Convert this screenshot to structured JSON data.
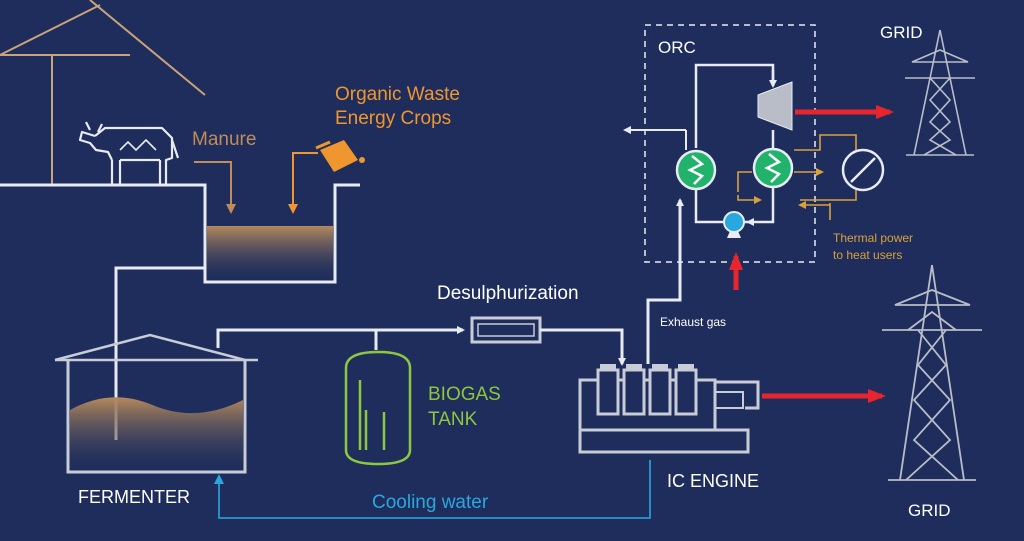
{
  "colors": {
    "background": "#1e2d5c",
    "line": "#e8ecf2",
    "manure": "#c08c5a",
    "organic": "#f0962e",
    "biogas": "#8ec63f",
    "cooling": "#29a8e0",
    "power": "#e8252d",
    "heat": "#d9a13c",
    "exchanger": "#21b36b"
  },
  "labels": {
    "manure": "Manure",
    "organic_line1": "Organic Waste",
    "organic_line2": "Energy Crops",
    "orc": "ORC",
    "grid_top": "GRID",
    "grid_bottom": "GRID",
    "thermal_line1": "Thermal power",
    "thermal_line2": "to heat users",
    "desulph": "Desulphurization",
    "exhaust": "Exhaust gas",
    "biogas_line1": "BIOGAS",
    "biogas_line2": "TANK",
    "fermenter": "FERMENTER",
    "ic_engine": "IC ENGINE",
    "cooling": "Cooling water"
  },
  "icons": {
    "cow": "cow-icon",
    "bucket": "bucket-icon",
    "pylon": "pylon-icon",
    "turbine": "turbine-icon",
    "pump": "pump-icon",
    "heat_exchanger": "heat-exchanger-icon",
    "meter": "meter-icon"
  }
}
